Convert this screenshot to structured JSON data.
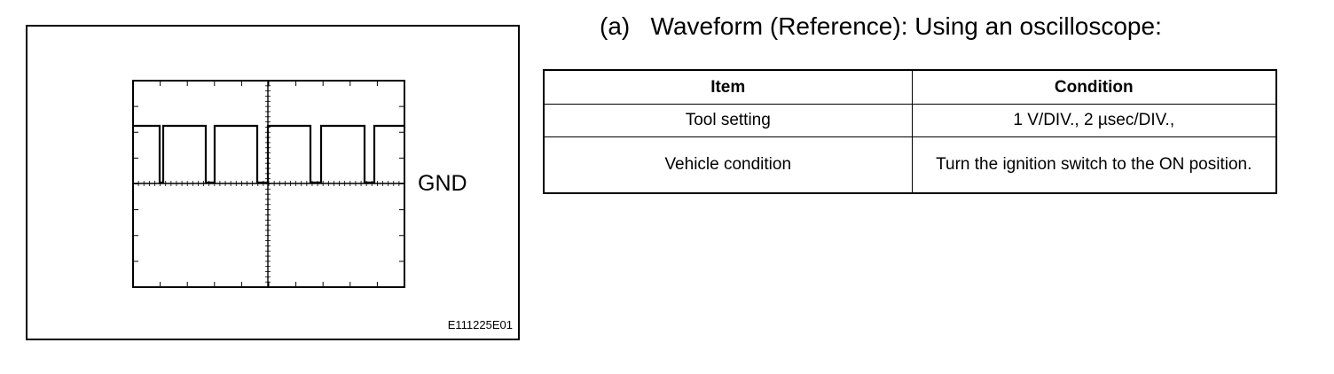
{
  "figure": {
    "gnd_label": "GND",
    "figure_code": "E111225E01"
  },
  "heading": "(a)   Waveform (Reference): Using an oscilloscope:",
  "table": {
    "headers": [
      "Item",
      "Condition"
    ],
    "rows": [
      {
        "item": "Tool setting",
        "condition_prefix": "1 V/DIV., 2 ",
        "condition_symbol": "µ",
        "condition_suffix": "sec/DIV.,"
      },
      {
        "item": "Vehicle condition",
        "condition": "Turn the ignition switch to the ON position."
      }
    ]
  }
}
